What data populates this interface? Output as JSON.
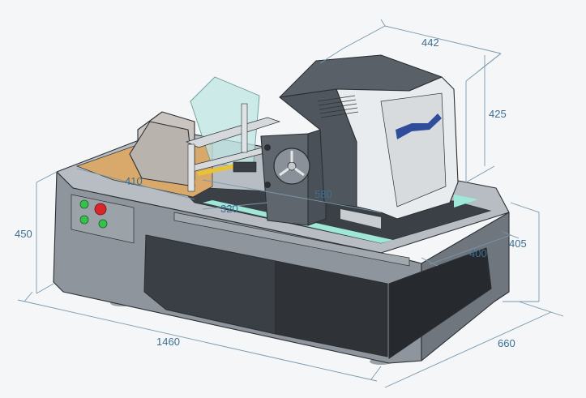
{
  "dimensions": {
    "width_top": "442",
    "height_right": "425",
    "height_left": "450",
    "length_bottom": "1460",
    "depth_bottom": "660",
    "height_bed": "405",
    "bed_depth": "400",
    "feeder_width": "410",
    "bed_length": "580",
    "feeder_inner": "320"
  },
  "colors": {
    "body_gray": "#8e959c",
    "body_light": "#aab1b7",
    "panel_dark": "#3a3f45",
    "panel_black": "#26292d",
    "accent_blue": "#2f4d9a",
    "belt_glow": "#9fe7d8",
    "wood": "#d8a96a",
    "glass": "#bfe6e3",
    "button_green": "#35c24a",
    "button_red": "#d9262a",
    "dim_text": "#3d6f93"
  }
}
